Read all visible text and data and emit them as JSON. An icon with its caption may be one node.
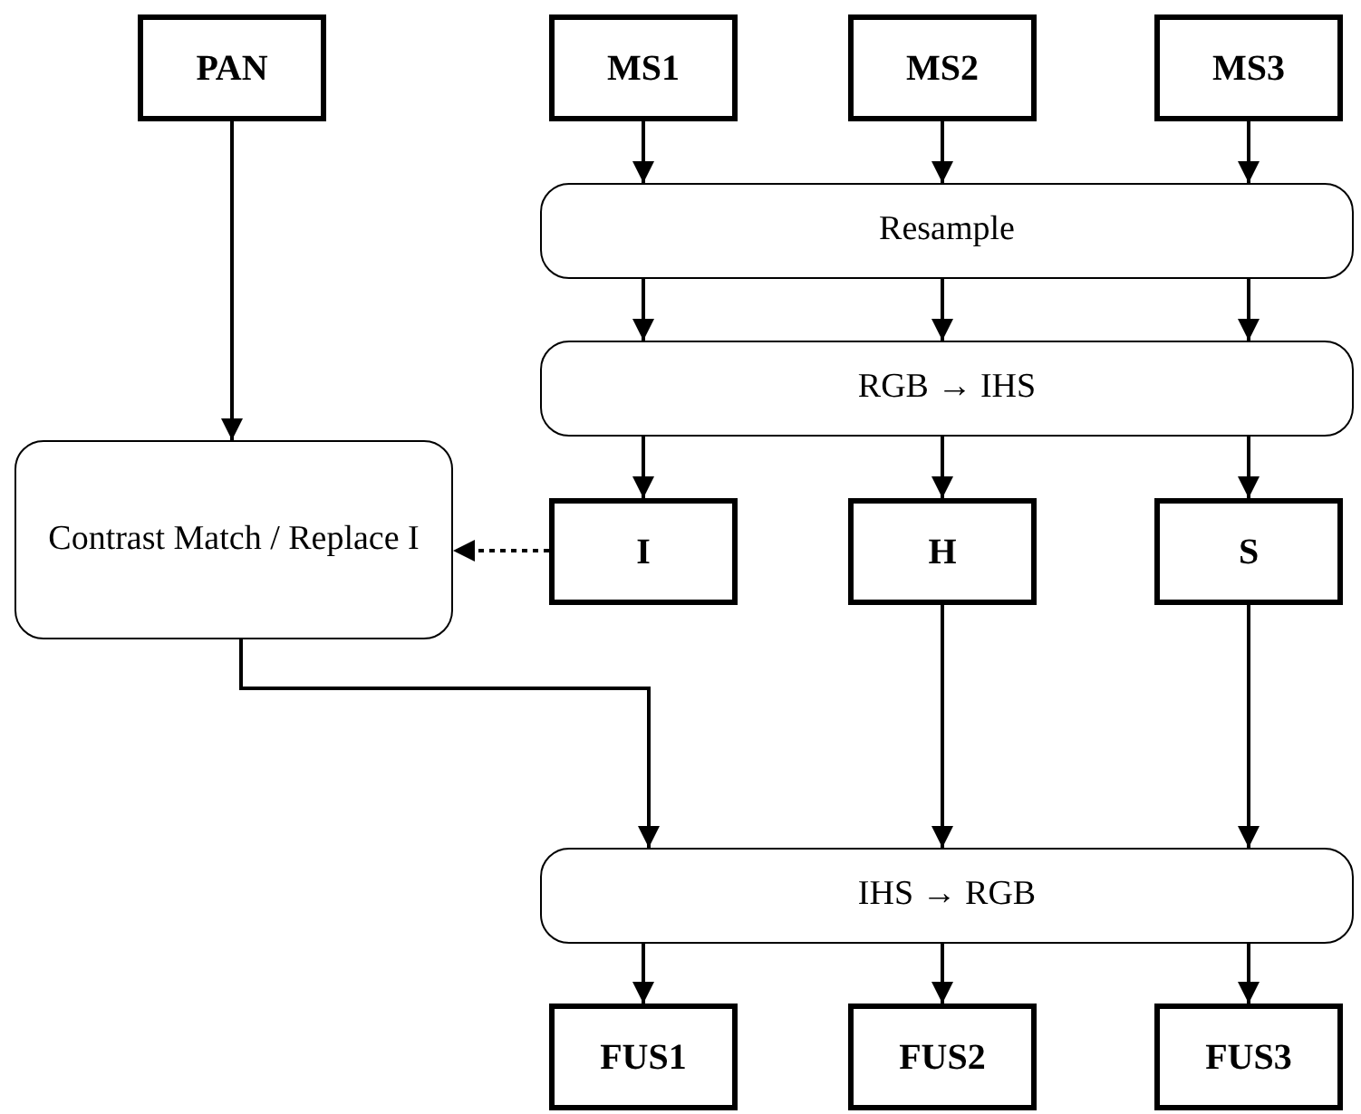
{
  "diagram": {
    "nodes": [
      {
        "text": [
          "PAN"
        ]
      },
      {
        "text": [
          "MS1"
        ]
      },
      {
        "text": [
          "MS2"
        ]
      },
      {
        "text": [
          "MS3"
        ]
      },
      {
        "text": [
          "Resample"
        ]
      },
      {
        "text": [
          "RGB → IHS"
        ]
      },
      {
        "text": [
          "Contrast Match / Replace I"
        ]
      },
      {
        "text": [
          "I"
        ]
      },
      {
        "text": [
          "H"
        ]
      },
      {
        "text": [
          "S"
        ]
      },
      {
        "text": [
          "IHS → RGB"
        ]
      },
      {
        "text": [
          "FUS1"
        ]
      },
      {
        "text": [
          "FUS2"
        ]
      },
      {
        "text": [
          "FUS3"
        ]
      }
    ],
    "edges": [
      {
        "from": 1,
        "to": 4,
        "arrow": "to"
      },
      {
        "from": 2,
        "to": 4,
        "arrow": "to"
      },
      {
        "from": 3,
        "to": 4,
        "arrow": "to"
      },
      {
        "from": 4,
        "to": 5,
        "arrow": "to"
      },
      {
        "from": 4,
        "to": 5,
        "arrow": "to"
      },
      {
        "from": 4,
        "to": 5,
        "arrow": "to"
      },
      {
        "from": 5,
        "to": 7,
        "arrow": "to"
      },
      {
        "from": 5,
        "to": 8,
        "arrow": "to"
      },
      {
        "from": 5,
        "to": 9,
        "arrow": "to"
      },
      {
        "from": 0,
        "to": 6,
        "arrow": "to"
      },
      {
        "from": 7,
        "to": 6,
        "arrow": "to",
        "style": "dashed"
      },
      {
        "from": 6,
        "to": 10,
        "arrow": "to"
      },
      {
        "from": 8,
        "to": 10,
        "arrow": "to"
      },
      {
        "from": 9,
        "to": 10,
        "arrow": "to"
      },
      {
        "from": 10,
        "to": 11,
        "arrow": "to"
      },
      {
        "from": 10,
        "to": 12,
        "arrow": "to"
      },
      {
        "from": 10,
        "to": 13,
        "arrow": "to"
      }
    ]
  }
}
